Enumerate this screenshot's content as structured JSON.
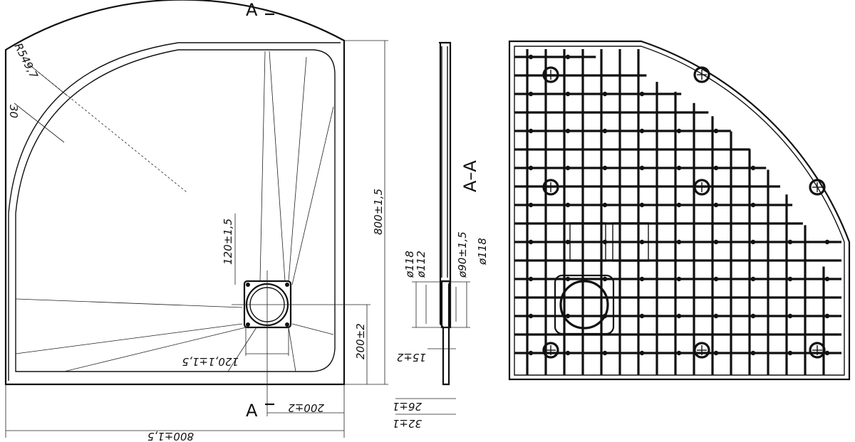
{
  "section_marks": {
    "top": "A",
    "bottom": "A",
    "section_title": "A–A"
  },
  "dimensions": {
    "overall_width": "800±1,5",
    "overall_height": "800±1,5",
    "radius": "R549,7",
    "rim": "30",
    "drain_from_edge_v": "120±1,5",
    "drain_from_edge_h": "120,1±1,5",
    "drain_offset_v": "200±2",
    "drain_offset_h": "200±2",
    "diam_118_a": "ø118",
    "diam_112": "ø112",
    "diam_90": "ø90±1,5",
    "diam_118_b": "ø118",
    "depth_15": "15±2",
    "depth_26": "26±1",
    "depth_32": "32±1"
  }
}
